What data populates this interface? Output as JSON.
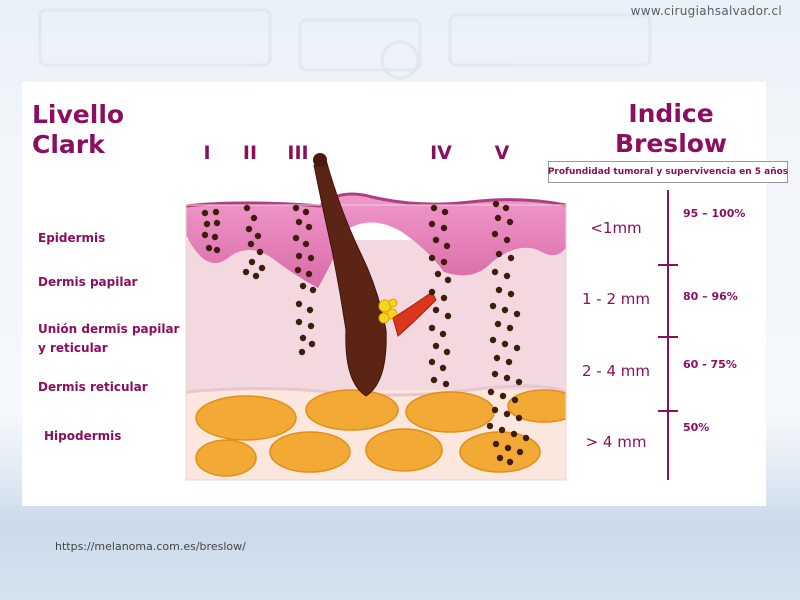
{
  "site_url": "www.cirugiahsalvador.cl",
  "clark": {
    "title_line1": "Livello",
    "title_line2": "Clark",
    "levels": [
      "I",
      "II",
      "III",
      "IV",
      "V"
    ]
  },
  "breslow": {
    "title_line1": "Indice",
    "title_line2": "Breslow",
    "subtitle": "Profundidad tumoral y supervivencia en 5 años",
    "depths": [
      "<1mm",
      "1 - 2 mm",
      "2 - 4 mm",
      "> 4 mm"
    ],
    "survival": [
      "95 – 100%",
      "80 – 96%",
      "60 - 75%",
      "50%"
    ]
  },
  "layers": {
    "epidermis": "Epidermis",
    "dermis_papilar": "Dermis papilar",
    "union_line1": "Unión dermis papilar",
    "union_line2": "y reticular",
    "dermis_reticular": "Dermis reticular",
    "hipodermis": "Hipodermis"
  },
  "colors": {
    "title": "#8b0f5f",
    "epidermis": "#e27fb6",
    "dermis": "#f3d5dd",
    "fat": "#f3a935",
    "melanoma_cells": "#3f1c0c",
    "hair": "#5c2414"
  },
  "source_url": "https://melanoma.com.es/breslow/"
}
